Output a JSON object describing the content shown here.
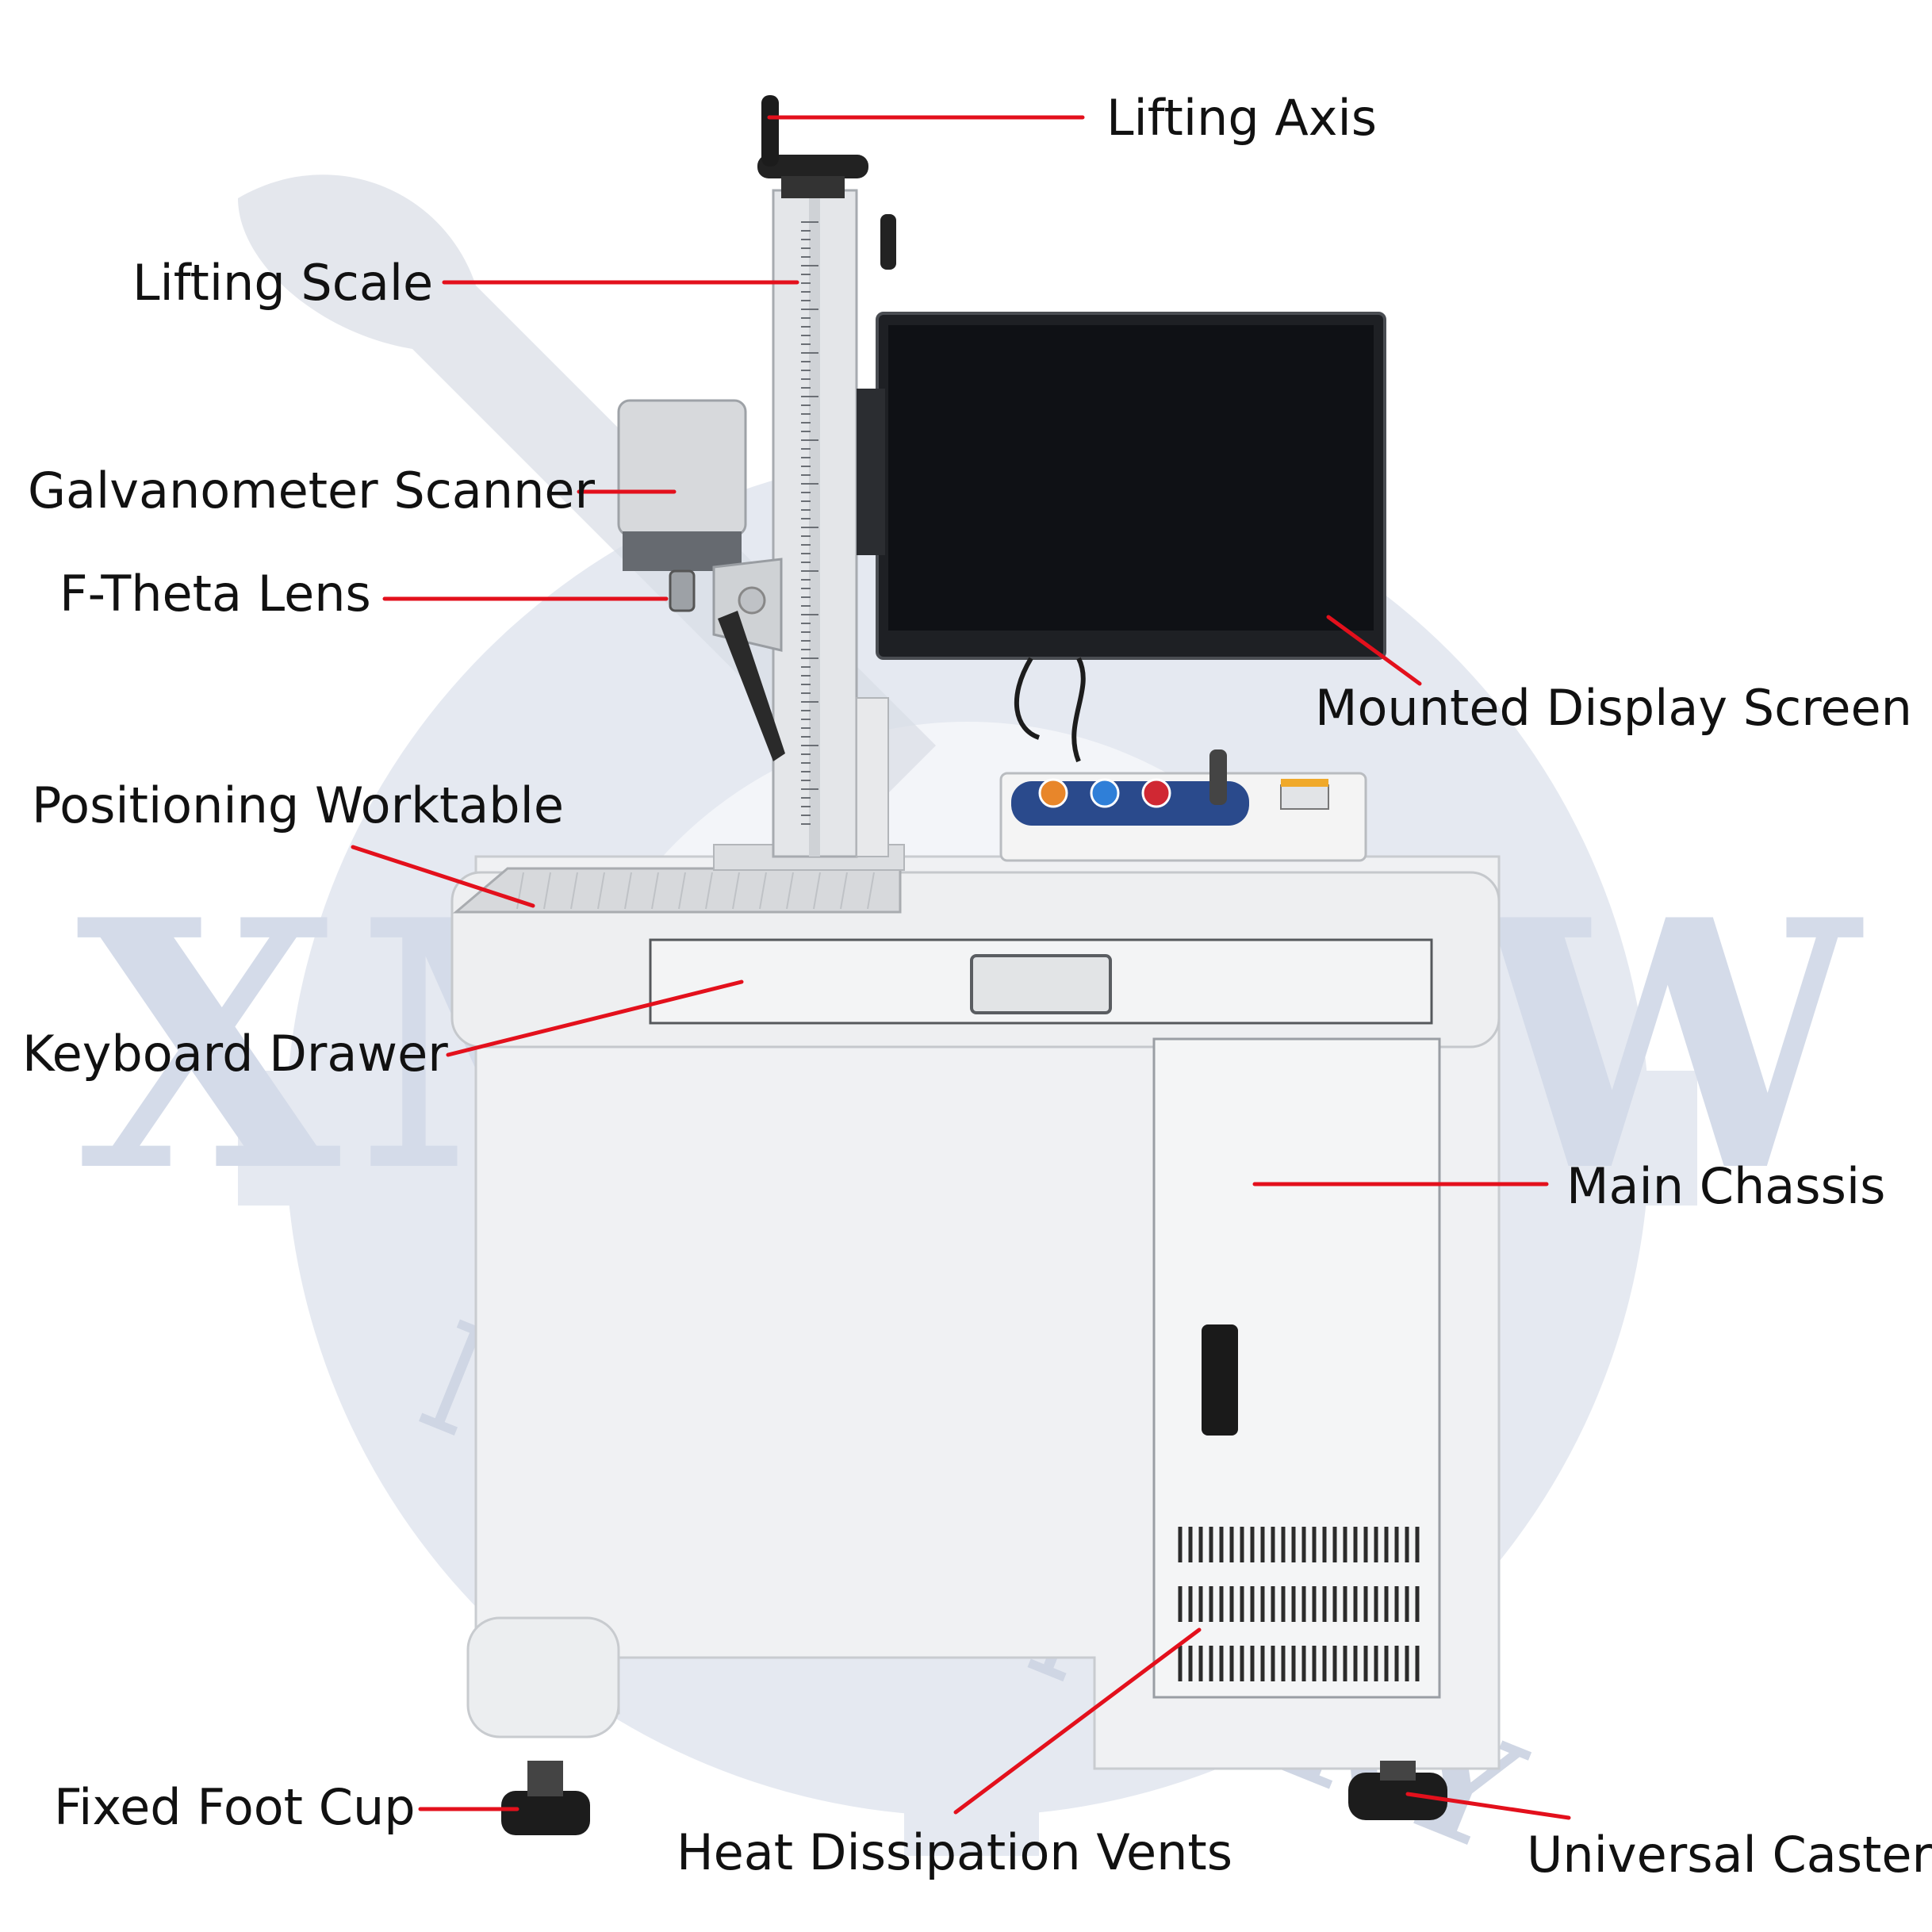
{
  "watermark": {
    "brand": "XM-SGW",
    "sub": "MACHINERY",
    "color": "#d4dbe9"
  },
  "labels": {
    "lifting_axis": "Lifting Axis",
    "lifting_scale": "Lifting Scale",
    "galvanometer_scanner": "Galvanometer Scanner",
    "f_theta_lens": "F-Theta Lens",
    "mounted_display_screen": "Mounted Display Screen",
    "positioning_worktable": "Positioning Worktable",
    "keyboard_drawer": "Keyboard Drawer",
    "main_chassis": "Main Chassis",
    "fixed_foot_cup": "Fixed Foot Cup",
    "heat_dissipation_vents": "Heat Dissipation Vents",
    "universal_caster": "Universal Caster"
  },
  "colors": {
    "leader": "#e3101c",
    "cabinet": "#f2f3f4",
    "cabinet_edge": "#c9ccd0",
    "screen": "#101216",
    "panel_blue": "#2a4a8c",
    "button_orange": "#e8862a",
    "button_blue": "#2f7fd8",
    "button_red": "#d02833"
  }
}
